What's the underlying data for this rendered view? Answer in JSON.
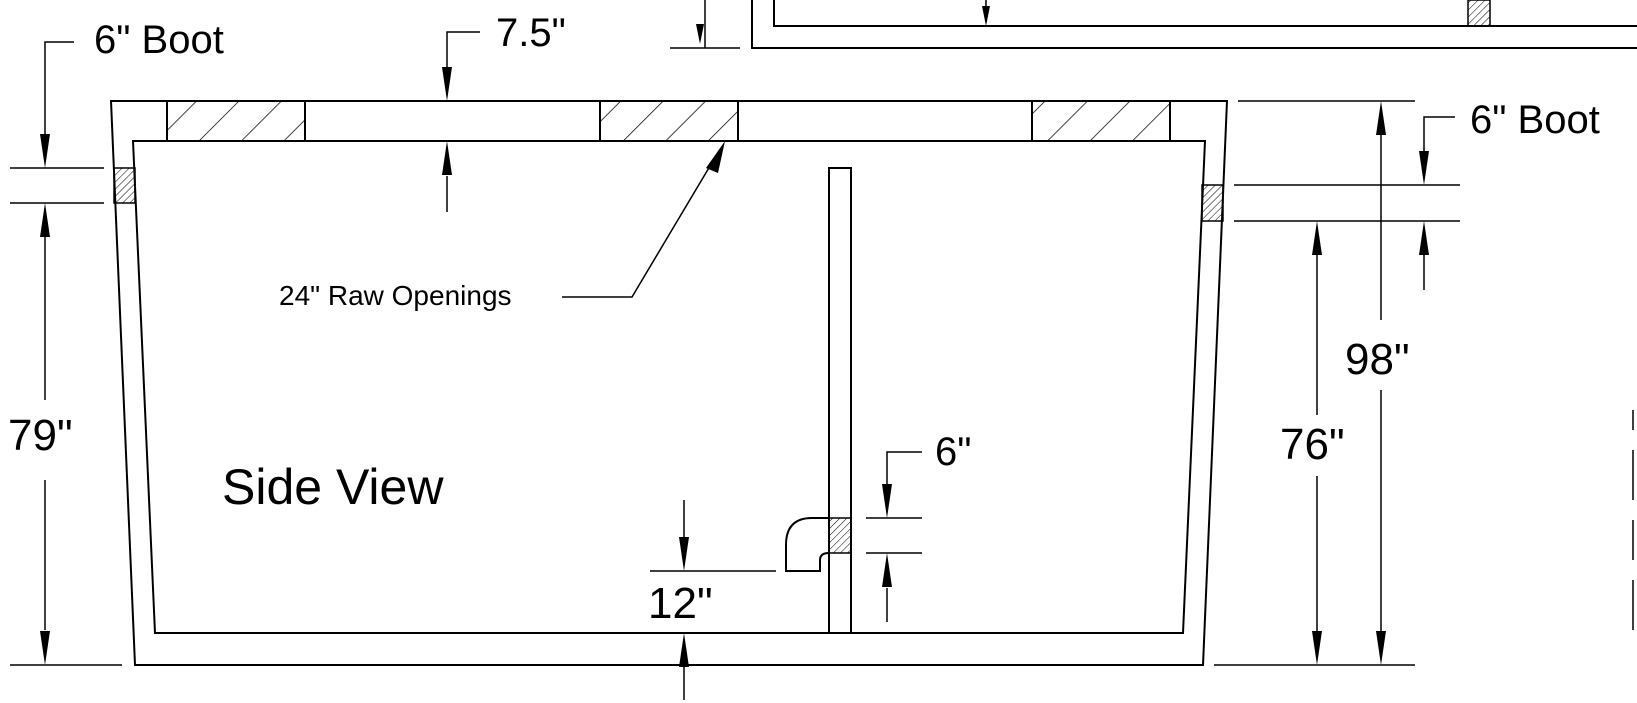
{
  "drawing": {
    "view_label": "Side View",
    "openings_note": "24\" Raw Openings",
    "dimensions": {
      "boot_left": "6\" Boot",
      "boot_right": "6\" Boot",
      "top_thickness": "7.5\"",
      "height_left": "79\"",
      "height_outer_right": "98\"",
      "height_inner_right": "76\"",
      "baffle_boot": "6\"",
      "outlet_height": "12\""
    }
  }
}
